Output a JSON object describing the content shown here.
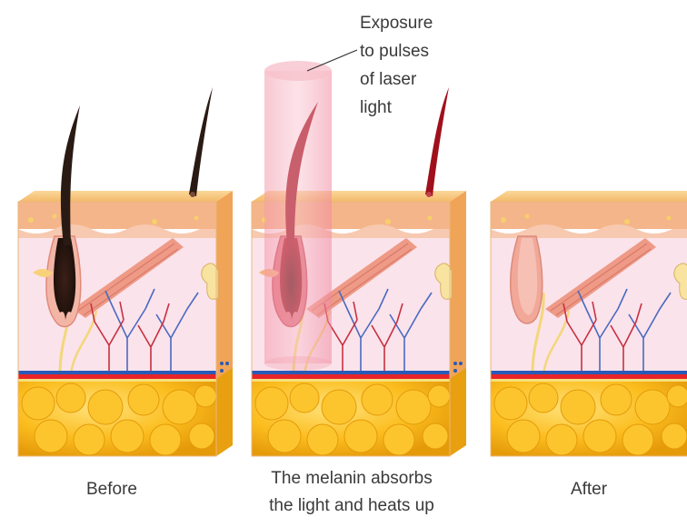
{
  "captions": {
    "before": "Before",
    "middle_line1": "The melanin absorbs",
    "middle_line2": "the light and heats up",
    "after": "After"
  },
  "laser_label": {
    "line1": "Exposure",
    "line2": "to pulses",
    "line3": "of laser",
    "line4": "light"
  },
  "colors": {
    "skin_top": "#f7c77a",
    "skin_side": "#f3b05c",
    "epidermis": "#f4a98a",
    "dermis": "#fde0ea",
    "fat": "#fbbc1c",
    "hair_before": "#2a1a14",
    "hair_heated": "#a0101c",
    "follicle_after": "#f2b0a0",
    "laser_beam": "#f4a0b0",
    "artery": "#e8242a",
    "vein": "#2a5ab8",
    "nerve": "#f6e07a"
  }
}
